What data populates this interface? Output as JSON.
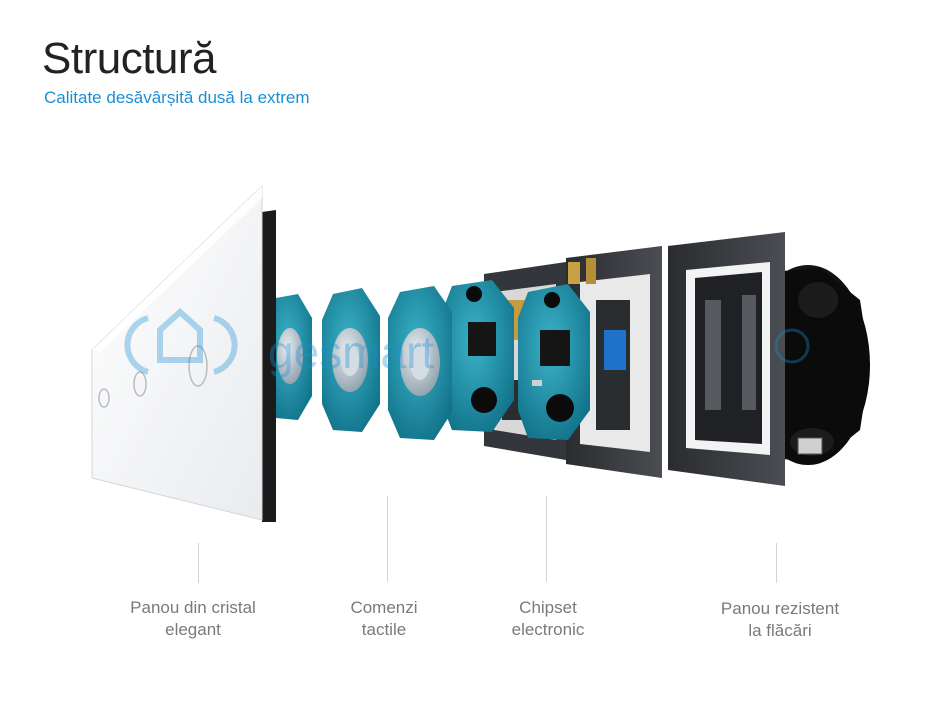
{
  "header": {
    "title": "Structură",
    "subtitle": "Calitate desăvârșită dusă la extrem"
  },
  "watermark": {
    "text": "gesmart",
    "icon": "wifi-house-logo-icon"
  },
  "components": [
    {
      "name": "glass-panel",
      "label_line1": "Panou din cristal",
      "label_line2": "elegant"
    },
    {
      "name": "touch-controls",
      "label_line1": "Comenzi",
      "label_line2": "tactile"
    },
    {
      "name": "electronic-chipset",
      "label_line1": "Chipset",
      "label_line2": "electronic"
    },
    {
      "name": "fire-resistant-panel",
      "label_line1": "Panou rezistent",
      "label_line2": "la flăcări"
    }
  ],
  "colors": {
    "accent": "#1b8fd6",
    "pcb": "#1a8fa6",
    "frame": "#3a3d40",
    "caption": "#7a7a7a"
  }
}
